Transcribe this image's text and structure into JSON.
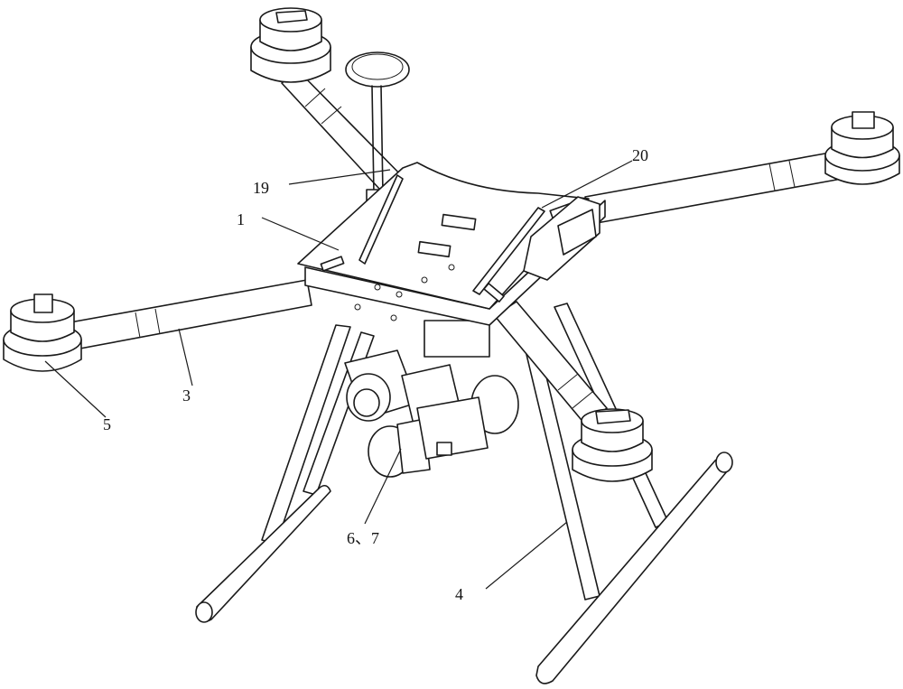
{
  "labels": {
    "frame_plate": "1",
    "arm": "3",
    "landing_gear": "4",
    "motor": "5",
    "gimbal_camera": "6、7",
    "gps_mast": "19",
    "battery_mount": "20"
  },
  "colors": {
    "ink": "#1a1a1a",
    "paper": "#ffffff"
  }
}
